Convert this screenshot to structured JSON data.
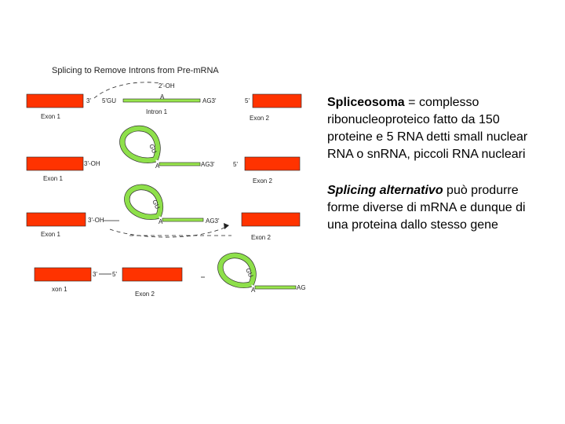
{
  "diagram": {
    "title": "Splicing to Remove Introns from Pre-mRNA",
    "row1": {
      "left_end": "3'",
      "five_prime_site": "5'GU",
      "branch_point": "A",
      "acceptor": "AG3'",
      "right_end": "5'",
      "two_prime_oh": "2'-OH",
      "exon1_label": "Exon 1",
      "intron_label": "Intron 1",
      "exon2_label": "Exon 2"
    },
    "row2": {
      "three_oh": "3'-OH",
      "loop_label": "GU",
      "branch_point": "A",
      "acceptor": "AG3'",
      "right_end": "5'",
      "exon1_label": "Exon 1",
      "exon2_label": "Exon 2"
    },
    "row3": {
      "three_oh": "3'-OH",
      "loop_label": "GU",
      "branch_point": "A",
      "acceptor": "AG3'",
      "exon1_label": "Exon 1",
      "exon2_label": "Exon 2"
    },
    "row4": {
      "left_end": "3'",
      "right_end": "5'",
      "loop_label": "GU",
      "branch_point": "A",
      "acceptor": "AG",
      "exon1_label": "xon 1",
      "exon2_label": "Exon 2"
    }
  },
  "text": {
    "p1_bold": "Spliceosoma",
    "p1_rest": " = complesso ribonucleoproteico fatto da 150 proteine e 5 RNA detti small nuclear RNA o snRNA, piccoli RNA nucleari",
    "p2_bold_italic": "Splicing alternativo",
    "p2_rest": " può produrre forme diverse di mRNA e dunque di una proteina dallo stesso gene"
  },
  "colors": {
    "exon": "#ff3300",
    "intron": "#99e64d"
  }
}
